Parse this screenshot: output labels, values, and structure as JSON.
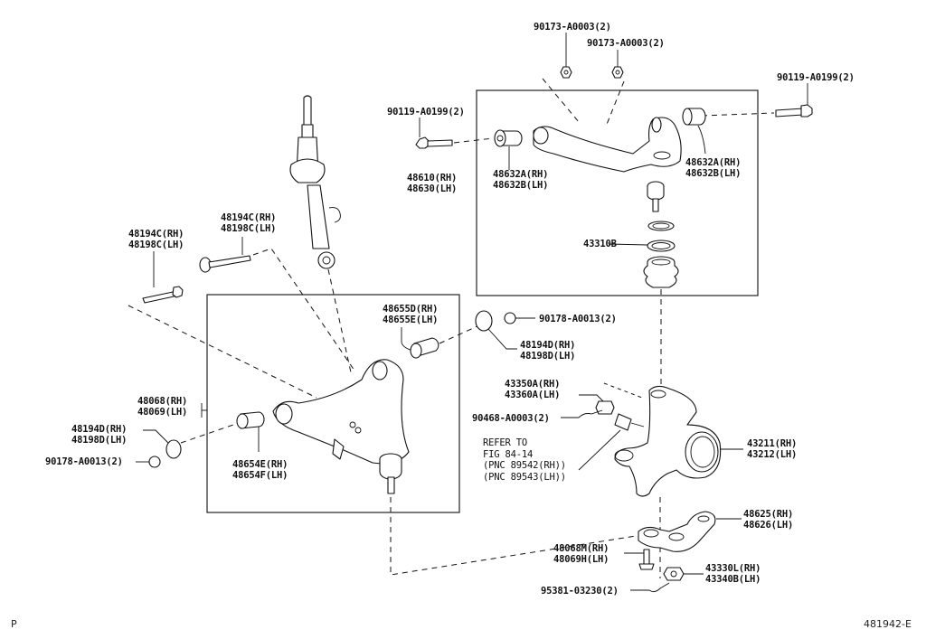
{
  "diagram": {
    "title_code": "481942-E",
    "page_marker": "P",
    "labels": {
      "nut_upper_1": "90173-A0003(2)",
      "nut_upper_2": "90173-A0003(2)",
      "bolt_upper_right": "90119-A0199(2)",
      "bolt_upper_left": "90119-A0199(2)",
      "upper_arm": "48610(RH)\n48630(LH)",
      "upper_bushing_left": "48632A(RH)\n48632B(LH)",
      "upper_bushing_right": "48632A(RH)\n48632B(LH)",
      "boot_clip": "43310B",
      "cam_bolt_left": "48194C(RH)\n48198C(LH)",
      "cam_bolt_right": "48194C(RH)\n48198C(LH)",
      "lower_bushing_rear": "48655D(RH)\n48655E(LH)",
      "nut_lower_right": "90178-A0013(2)",
      "cam_plate_right": "48194D(RH)\n48198D(LH)",
      "lower_arm": "48068(RH)\n48069(LH)",
      "cam_plate_left": "48194D(RH)\n48198D(LH)",
      "nut_lower_left": "90178-A0013(2)",
      "lower_bushing_front": "48654E(RH)\n48654F(LH)",
      "ball_joint_nut": "43350A(RH)\n43360A(LH)",
      "cotter_pin_upper": "90468-A0003(2)",
      "refer_note": "REFER TO\nFIG 84-14\n(PNC 89542(RH))\n(PNC 89543(LH))",
      "steering_knuckle": "43211(RH)\n43212(LH)",
      "knuckle_arm": "48625(RH)\n48626(LH)",
      "knuckle_arm_bolt": "48068M(RH)\n48069H(LH)",
      "castle_nut": "43330L(RH)\n43340B(LH)",
      "cotter_pin_lower": "95381-03230(2)"
    }
  }
}
